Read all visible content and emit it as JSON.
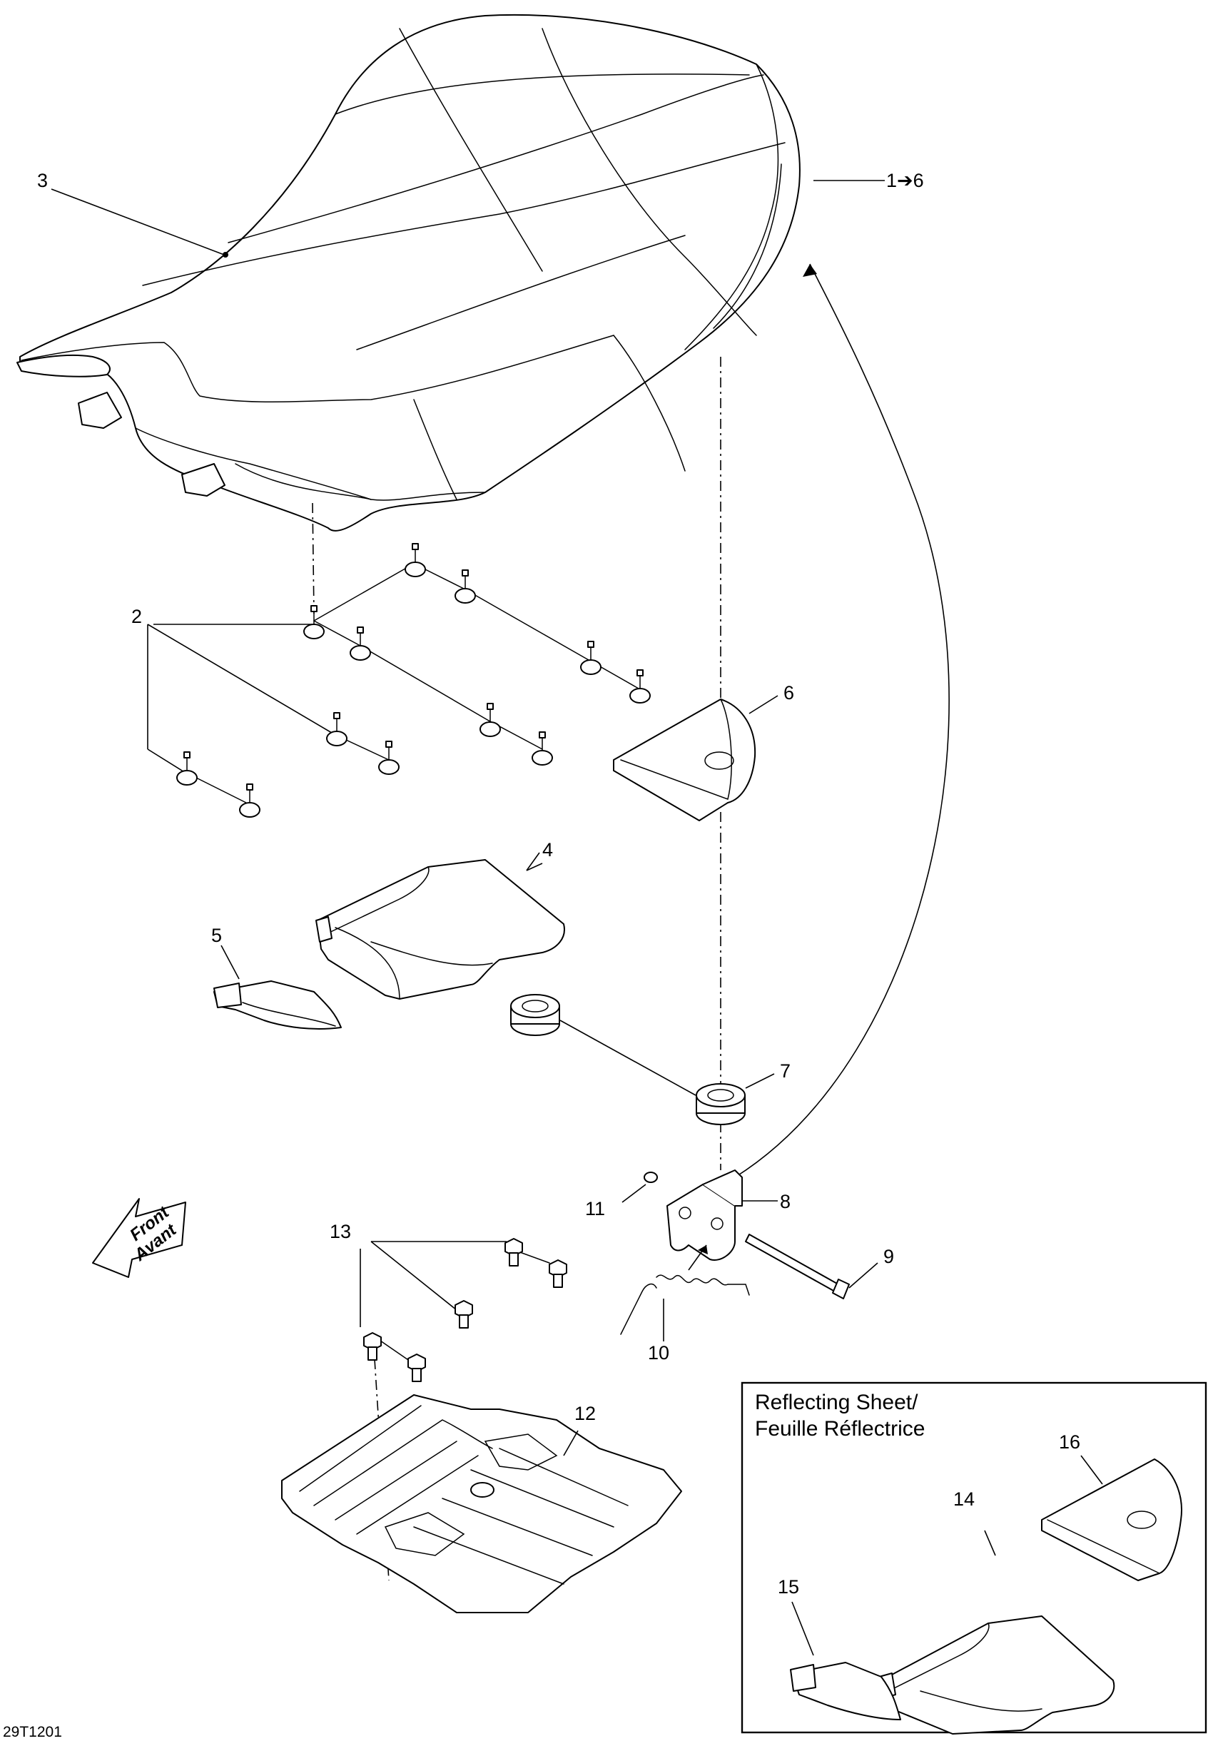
{
  "diagram": {
    "callouts": {
      "c1": "1➔6",
      "c2": "2",
      "c3": "3",
      "c4": "4",
      "c5": "5",
      "c6": "6",
      "c7": "7",
      "c8": "8",
      "c9": "9",
      "c10": "10",
      "c11": "11",
      "c12": "12",
      "c13": "13"
    },
    "front_arrow": {
      "line1": "Front",
      "line2": "Avant"
    },
    "inset": {
      "title_line1": "Reflecting Sheet/",
      "title_line2": "Feuille Réflectrice",
      "callouts": {
        "c14": "14",
        "c15": "15",
        "c16": "16"
      }
    },
    "reference_code": "29T1201"
  }
}
